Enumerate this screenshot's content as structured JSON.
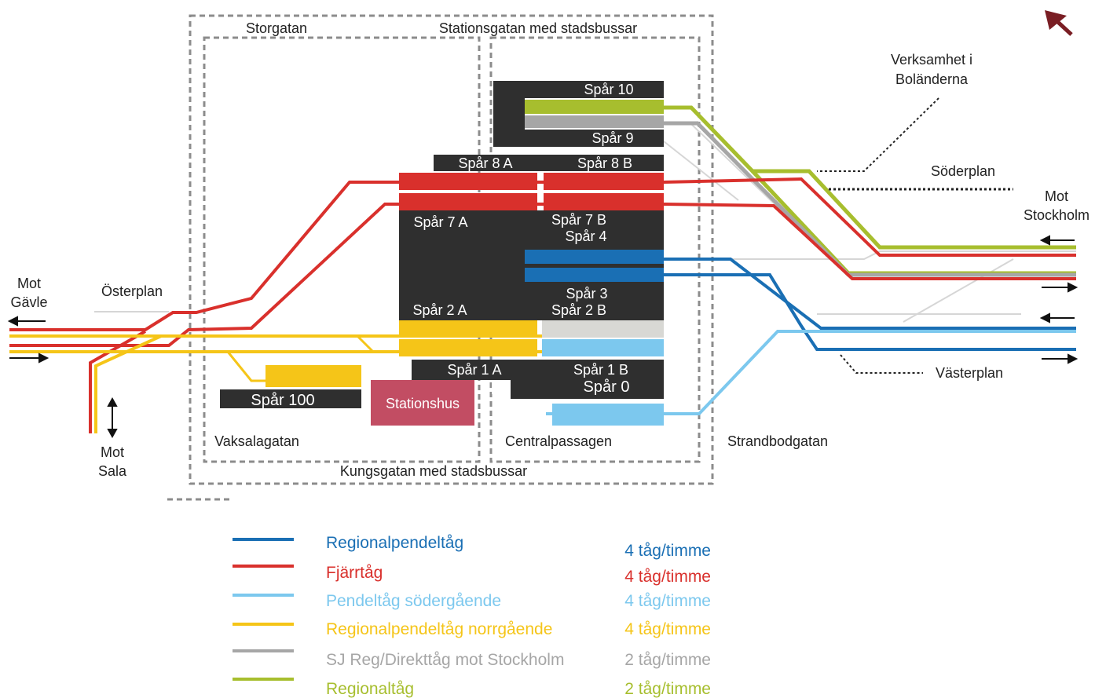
{
  "colors": {
    "regionalpendel": "#1a6fb4",
    "fjarr": "#d9302c",
    "pendel": "#7cc8ee",
    "regionalpendel_norr": "#f5c518",
    "sj": "#a6a6a6",
    "regional": "#a7be2e",
    "platform": "#2f2f2f",
    "stationshus": "#c24d63",
    "north_arrow": "#7a1e24"
  },
  "streets": {
    "storgatan": "Storgatan",
    "stationsgatan": "Stationsgatan med stadsbussar",
    "vaksalagatan": "Vaksalagatan",
    "centralpassagen": "Centralpassagen",
    "kungsgatan": "Kungsgatan med stadsbussar",
    "strandbodgatan": "Strandbodgatan"
  },
  "places": {
    "verksamhet": [
      "Verksamhet i",
      "Boländerna"
    ],
    "soderplan": "Söderplan",
    "mot_stockholm": [
      "Mot",
      "Stockholm"
    ],
    "vasterplan": "Västerplan",
    "osterplan": "Österplan",
    "mot_gavle": [
      "Mot",
      "Gävle"
    ],
    "mot_sala": [
      "Mot",
      "Sala"
    ]
  },
  "tracks": {
    "spar10": "Spår 10",
    "spar9": "Spår 9",
    "spar8a": "Spår 8 A",
    "spar8b": "Spår 8 B",
    "spar7a": "Spår 7 A",
    "spar7b": "Spår 7 B",
    "spar4": "Spår 4",
    "spar3": "Spår 3",
    "spar2a": "Spår 2 A",
    "spar2b": "Spår 2 B",
    "spar1a": "Spår 1 A",
    "spar1b": "Spår 1 B",
    "spar0": "Spår 0",
    "spar100": "Spår 100",
    "stationshus": "Stationshus"
  },
  "legend": [
    {
      "name": "Regionalpendeltåg",
      "freq": "4 tåg/timme",
      "color": "#1a6fb4"
    },
    {
      "name": "Fjärrtåg",
      "freq": "4 tåg/timme",
      "color": "#d9302c"
    },
    {
      "name": "Pendeltåg södergående",
      "freq": "4 tåg/timme",
      "color": "#7cc8ee"
    },
    {
      "name": "Regionalpendeltåg norrgående",
      "freq": "4 tåg/timme",
      "color": "#f5c518"
    },
    {
      "name": "SJ Reg/Direkttåg mot Stockholm",
      "freq": "2 tåg/timme",
      "color": "#a6a6a6"
    },
    {
      "name": "Regionaltåg",
      "freq": "2 tåg/timme",
      "color": "#a7be2e"
    }
  ]
}
